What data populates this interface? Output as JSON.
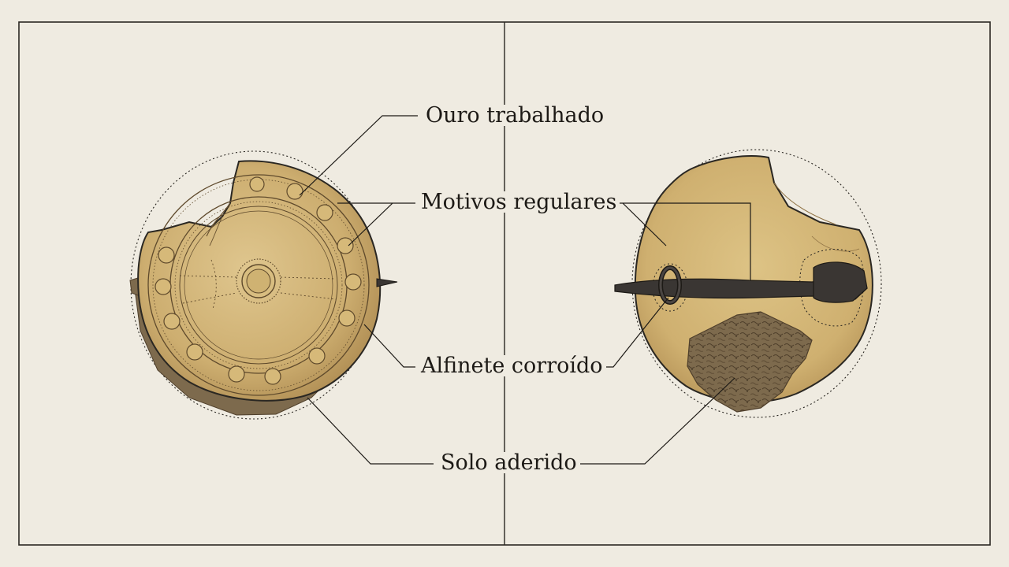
{
  "labels": {
    "gold": "Ouro trabalhado",
    "motifs": "Motivos regulares",
    "pin": "Alfinete corroído",
    "soil": "Solo aderido"
  },
  "colors": {
    "paper": "#efebe1",
    "frame": "#2a2722",
    "gold_light": "#d8bc80",
    "gold_mid": "#c9a767",
    "gold_dark": "#8f7244",
    "soil": "#7a6649",
    "soil_dark": "#5f4d36",
    "iron": "#3a3633",
    "ink": "#1d1a16"
  }
}
